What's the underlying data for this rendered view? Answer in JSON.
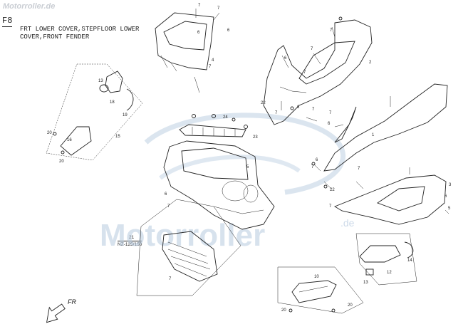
{
  "watermark_top": "Motorroller.de",
  "watermark_big": "Motorroller",
  "watermark_suffix": ".de",
  "figure_id": "F8",
  "caption_line1": "FRT LOWER COVER,STEPFLOOR LOWER",
  "caption_line2": "COVER,FRONT FENDER",
  "note_21": "21",
  "note_model": "NZ-125/150",
  "direction": "FR",
  "callouts": [
    {
      "id": "c7a",
      "text": "7"
    },
    {
      "id": "c7b",
      "text": "7"
    },
    {
      "id": "c6a",
      "text": "6"
    },
    {
      "id": "c6b",
      "text": "6"
    },
    {
      "id": "c4",
      "text": "4"
    },
    {
      "id": "c7c",
      "text": "7"
    },
    {
      "id": "c2",
      "text": "2"
    },
    {
      "id": "c7d",
      "text": "7"
    },
    {
      "id": "c6c",
      "text": "6"
    },
    {
      "id": "c7e",
      "text": "7"
    },
    {
      "id": "c7f",
      "text": "7"
    },
    {
      "id": "c22a",
      "text": "22"
    },
    {
      "id": "c6d",
      "text": "6"
    },
    {
      "id": "c7g",
      "text": "7"
    },
    {
      "id": "c7h",
      "text": "7"
    },
    {
      "id": "c6e",
      "text": "6"
    },
    {
      "id": "c7i",
      "text": "7"
    },
    {
      "id": "c1",
      "text": "1"
    },
    {
      "id": "c13a",
      "text": "13"
    },
    {
      "id": "c18",
      "text": "18"
    },
    {
      "id": "c19",
      "text": "19"
    },
    {
      "id": "c24",
      "text": "24"
    },
    {
      "id": "c23",
      "text": "23"
    },
    {
      "id": "c20a",
      "text": "20"
    },
    {
      "id": "c16",
      "text": "16"
    },
    {
      "id": "c15",
      "text": "15"
    },
    {
      "id": "c20b",
      "text": "20"
    },
    {
      "id": "c5",
      "text": "5"
    },
    {
      "id": "c6f",
      "text": "6"
    },
    {
      "id": "c7j",
      "text": "7"
    },
    {
      "id": "c6g",
      "text": "6"
    },
    {
      "id": "c7k",
      "text": "7"
    },
    {
      "id": "c22b",
      "text": "22"
    },
    {
      "id": "c7l",
      "text": "7"
    },
    {
      "id": "c3",
      "text": "3"
    },
    {
      "id": "c6h",
      "text": "6"
    },
    {
      "id": "c5b",
      "text": "5"
    },
    {
      "id": "c7m",
      "text": "7"
    },
    {
      "id": "c7n",
      "text": "7"
    },
    {
      "id": "c12",
      "text": "12"
    },
    {
      "id": "c14",
      "text": "14"
    },
    {
      "id": "c13b",
      "text": "13"
    },
    {
      "id": "c10",
      "text": "10"
    },
    {
      "id": "c20c",
      "text": "20"
    },
    {
      "id": "c20d",
      "text": "20"
    }
  ]
}
